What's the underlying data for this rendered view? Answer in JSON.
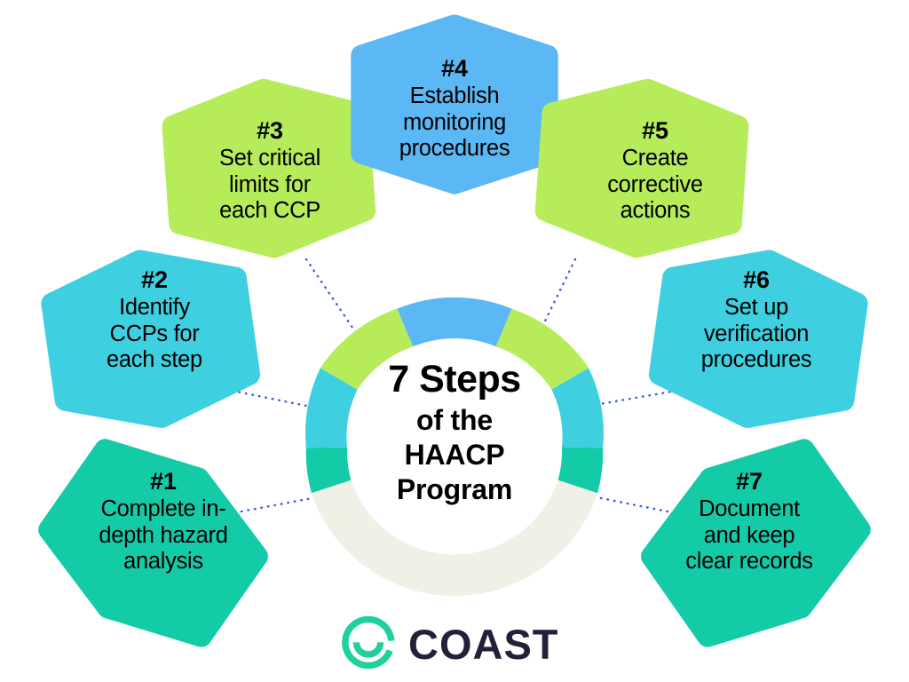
{
  "title": "7 Steps of the HAACP Program",
  "center": {
    "line1": "7 Steps",
    "line2": "of the",
    "line3": "HAACP",
    "line4": "Program"
  },
  "brand": {
    "name": "COAST",
    "logo_icon": "coast-ring-smile-icon",
    "mark_color": "#20CFA0",
    "text_color": "#242038"
  },
  "colors": {
    "teal": "#14CBA8",
    "cyan": "#3ED0E0",
    "lime": "#B6EC5A",
    "blue": "#5CB8F5",
    "gap": "#F0F0E6",
    "connector": "#3B5BDB",
    "background": "#FFFFFF"
  },
  "steps": [
    {
      "id": 1,
      "number": "#1",
      "text": "Complete in-\ndepth hazard\nanalysis",
      "color": "#14CBA8",
      "shape": "pentagon"
    },
    {
      "id": 2,
      "number": "#2",
      "text": "Identify\nCCPs for\neach step",
      "color": "#3ED0E0",
      "shape": "pentagon"
    },
    {
      "id": 3,
      "number": "#3",
      "text": "Set critical\nlimits for\neach CCP",
      "color": "#B6EC5A",
      "shape": "pentagon"
    },
    {
      "id": 4,
      "number": "#4",
      "text": "Establish\nmonitoring\nprocedures",
      "color": "#5CB8F5",
      "shape": "pentagon"
    },
    {
      "id": 5,
      "number": "#5",
      "text": "Create\ncorrective\nactions",
      "color": "#B6EC5A",
      "shape": "pentagon"
    },
    {
      "id": 6,
      "number": "#6",
      "text": "Set up\nverification\nprocedures",
      "color": "#3ED0E0",
      "shape": "pentagon"
    },
    {
      "id": 7,
      "number": "#7",
      "text": "Document\nand keep\nclear records",
      "color": "#14CBA8",
      "shape": "pentagon"
    }
  ],
  "chart_data": {
    "type": "pie",
    "title": "7 Steps of the HAACP Program",
    "subtitle": "",
    "variant": "donut",
    "legend": "none",
    "outer_radius": 165,
    "inner_radius": 120,
    "center": [
      512,
      512
    ],
    "start_angle_deg": -77,
    "total_sweep_deg": 257,
    "categories": [
      "Complete in-depth hazard analysis",
      "Identify CCPs for each step",
      "Set critical limits for each CCP",
      "Establish monitoring procedures",
      "Create corrective actions",
      "Set up verification procedures",
      "Document and keep clear records"
    ],
    "labels": [
      "#1",
      "#2",
      "#3",
      "#4",
      "#5",
      "#6",
      "#7"
    ],
    "values": [
      1,
      1,
      1,
      1,
      1,
      1,
      1
    ],
    "slice_colors": [
      "#14CBA8",
      "#3ED0E0",
      "#B6EC5A",
      "#5CB8F5",
      "#B6EC5A",
      "#3ED0E0",
      "#14CBA8"
    ],
    "gap_slice": {
      "label": "",
      "value": 1.8,
      "color": "#F0F0E6"
    },
    "annotations": [
      "7 Steps",
      "of the",
      "HAACP",
      "Program"
    ]
  }
}
